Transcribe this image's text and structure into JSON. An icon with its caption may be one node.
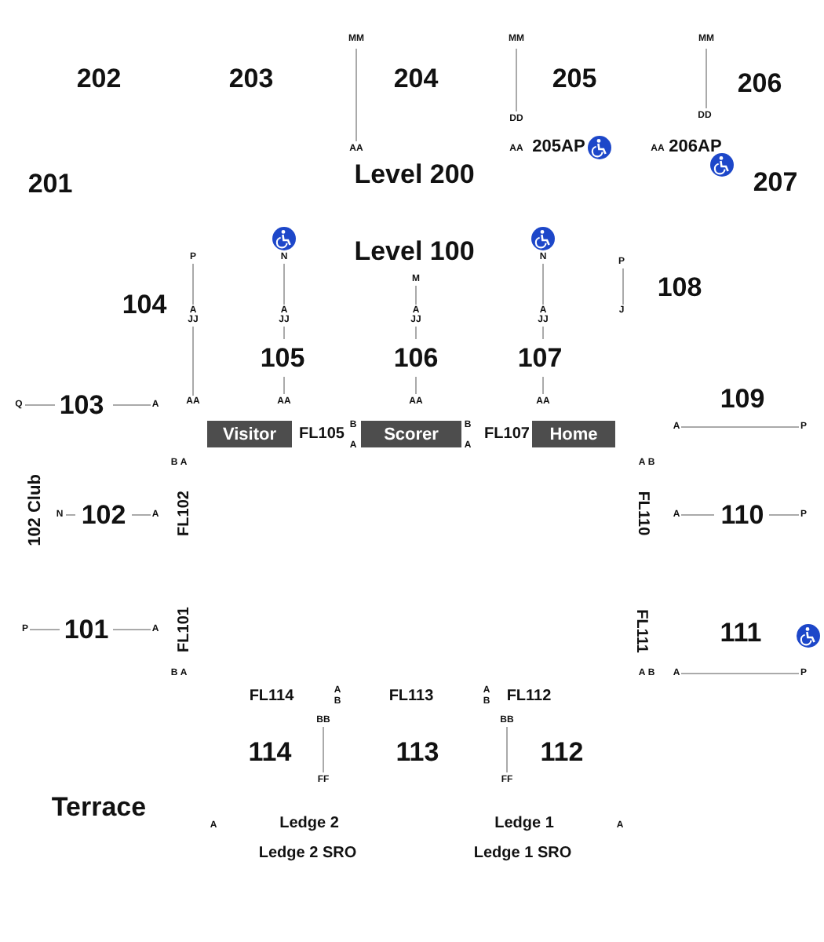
{
  "diagram": {
    "nodes": [
      {
        "text": [
          "Visitor"
        ]
      },
      {
        "text": [
          "Scorer"
        ]
      },
      {
        "text": [
          "Home"
        ]
      }
    ],
    "labels": [
      "MM",
      "MM",
      "MM",
      "202",
      "203",
      "204",
      "205",
      "206",
      "DD",
      "DD",
      "AA",
      "AA",
      "205AP",
      "AA",
      "206AP",
      "Level 200",
      "201",
      "207",
      "Level 100",
      "P",
      "N",
      "N",
      "P",
      "M",
      "108",
      "104",
      "A",
      "A",
      "A",
      "A",
      "J",
      "JJ",
      "JJ",
      "JJ",
      "JJ",
      "105",
      "106",
      "107",
      "109",
      "Q",
      "103",
      "A",
      "AA",
      "AA",
      "AA",
      "AA",
      "B",
      "A",
      "FL105",
      "B",
      "A",
      "FL107",
      "A",
      "P",
      "B",
      "A",
      "A",
      "B",
      "102 Club",
      "N",
      "102",
      "A",
      "FL102",
      "FL110",
      "A",
      "110",
      "P",
      "P",
      "101",
      "A",
      "FL101",
      "FL111",
      "111",
      "B",
      "A",
      "A",
      "B",
      "A",
      "P",
      "A",
      "A",
      "FL114",
      "FL113",
      "FL112",
      "B",
      "B",
      "BB",
      "BB",
      "114",
      "113",
      "112",
      "FF",
      "FF",
      "Terrace",
      "A",
      "Ledge 2",
      "Ledge 1",
      "A",
      "Ledge 2 SRO",
      "Ledge 1 SRO"
    ]
  }
}
